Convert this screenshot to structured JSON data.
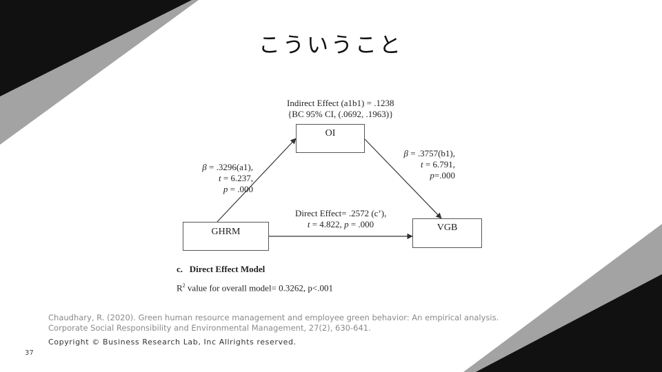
{
  "slide": {
    "title": "こういうこと",
    "page_number": "37",
    "citation": "Chaudhary, R. (2020). Green human resource management and employee green behavior: An empirical analysis. Corporate Social Responsibility and Environmental Management, 27(2), 630-641.",
    "copyright": "Copyright © Business Research Lab, Inc Allrights reserved."
  },
  "diagram": {
    "nodes": {
      "oi": "OI",
      "ghrm": "GHRM",
      "vgb": "VGB"
    },
    "indirect": {
      "line1": "Indirect Effect (a1b1) = .1238",
      "line2": "{BC 95% CI, (.0692, .1963)}"
    },
    "path_a1": {
      "beta": "β",
      "beta_val": " = .3296(a1),",
      "t": "t",
      "t_val": " = 6.237,",
      "p": "p",
      "p_val": " = .000"
    },
    "path_b1": {
      "beta": "β",
      "beta_val": " = .3757(b1),",
      "t": "t",
      "t_val": " = 6.791,",
      "p": "p",
      "p_val": "=.000"
    },
    "direct": {
      "line1": "Direct Effect= .2572 (c’),",
      "t": "t",
      "t_val": " = 4.822, ",
      "p": "p",
      "p_val": " = .000"
    },
    "model_label": "c.   Direct Effect Model",
    "r2_prefix": "R",
    "r2_sup": "2",
    "r2_text": " value for overall model= 0.3262, p<.001"
  },
  "colors": {
    "dark": "#111111",
    "gray": "#a3a3a3"
  }
}
